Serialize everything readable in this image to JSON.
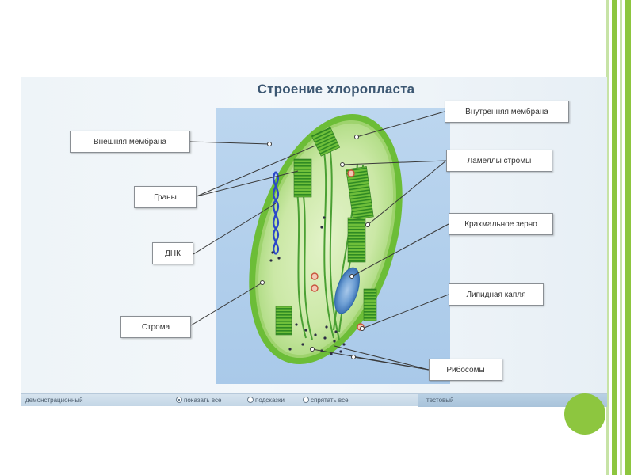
{
  "diagram": {
    "title": "Строение хлоропласта",
    "labels": {
      "outer_membrane": "Внешняя мембрана",
      "inner_membrane": "Внутренняя мембрана",
      "grana": "Граны",
      "stroma_lamellae": "Ламеллы стромы",
      "dna": "ДНК",
      "starch_grain": "Крахмальное зерно",
      "lipid_droplet": "Липидная капля",
      "stroma": "Строма",
      "ribosomes": "Рибосомы"
    }
  },
  "bottom_bar": {
    "mode_left": "демонстрационный",
    "option_show_all": "показать все",
    "option_hints": "подсказки",
    "option_hide_all": "спрятать все",
    "mode_right": "тестовый"
  },
  "colors": {
    "accent_green": "#8dc63f",
    "chloroplast_outer": "#6fbf3a",
    "stroma": "#c9e6a8",
    "thylakoid": "#3e9a2c",
    "starch": "#5d8fc9",
    "panel_blue": "#b5d0ec"
  }
}
